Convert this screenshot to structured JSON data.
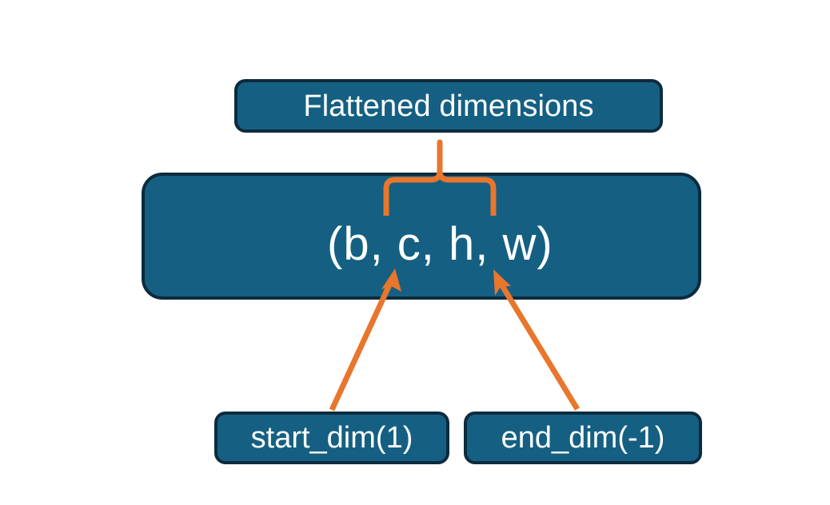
{
  "diagram": {
    "title": "Flatten dimensions diagram",
    "background_color": "#ffffff",
    "node_fill_color": "#156082",
    "node_border_color": "#0D2B3E",
    "node_text_color": "#FFFFFF",
    "connector_color": "#E8762C"
  },
  "nodes": {
    "flattened": {
      "label": "Flattened dimensions"
    },
    "shape": {
      "label": "(b, c, h, w)"
    },
    "start_dim": {
      "label": "start_dim(1)"
    },
    "end_dim": {
      "label": "end_dim(-1)"
    }
  },
  "connectors": {
    "brace": {
      "name": "curly-brace",
      "from": "shape",
      "to": "flattened",
      "spans_dimensions": "c, h, w"
    },
    "start_dim_arrow": {
      "name": "arrow-start-dim-to-c",
      "from": "start_dim",
      "to": "shape"
    },
    "end_dim_arrow": {
      "name": "arrow-end-dim-to-w",
      "from": "end_dim",
      "to": "shape"
    }
  }
}
